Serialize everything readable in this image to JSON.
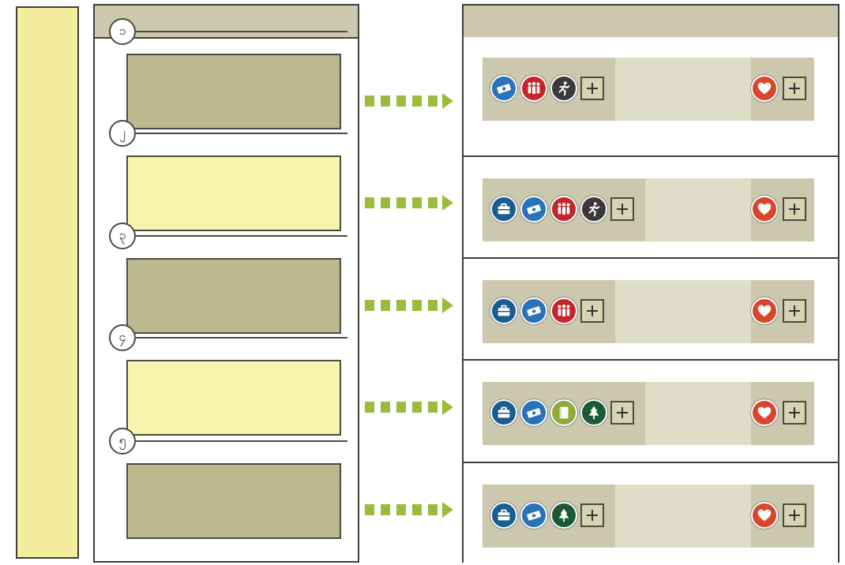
{
  "sidebar": {
    "vertical_text": ""
  },
  "left_column": {
    "header": "",
    "cards": [
      {
        "number": "၁",
        "text": "",
        "style": "olive"
      },
      {
        "number": "၂",
        "text": "",
        "style": "yellow"
      },
      {
        "number": "၃",
        "text": "",
        "style": "olive"
      },
      {
        "number": "၄",
        "text": "",
        "style": "yellow"
      },
      {
        "number": "၅",
        "text": "",
        "style": "olive"
      }
    ]
  },
  "right_column": {
    "header": "",
    "rows": [
      {
        "icons": [
          "money",
          "people",
          "runner"
        ]
      },
      {
        "icons": [
          "briefcase",
          "money",
          "people",
          "runner"
        ]
      },
      {
        "icons": [
          "briefcase",
          "money",
          "people"
        ]
      },
      {
        "icons": [
          "briefcase",
          "money",
          "book",
          "tree"
        ]
      },
      {
        "icons": [
          "briefcase",
          "money",
          "tree"
        ]
      }
    ],
    "heart_icon": "heart",
    "plus_icon": "plus"
  },
  "colors": {
    "olive_card": "#bcb98f",
    "yellow_card": "#f8f4ad",
    "arrow_green": "#9bbc3a",
    "heart_orange": "#d9462b"
  }
}
